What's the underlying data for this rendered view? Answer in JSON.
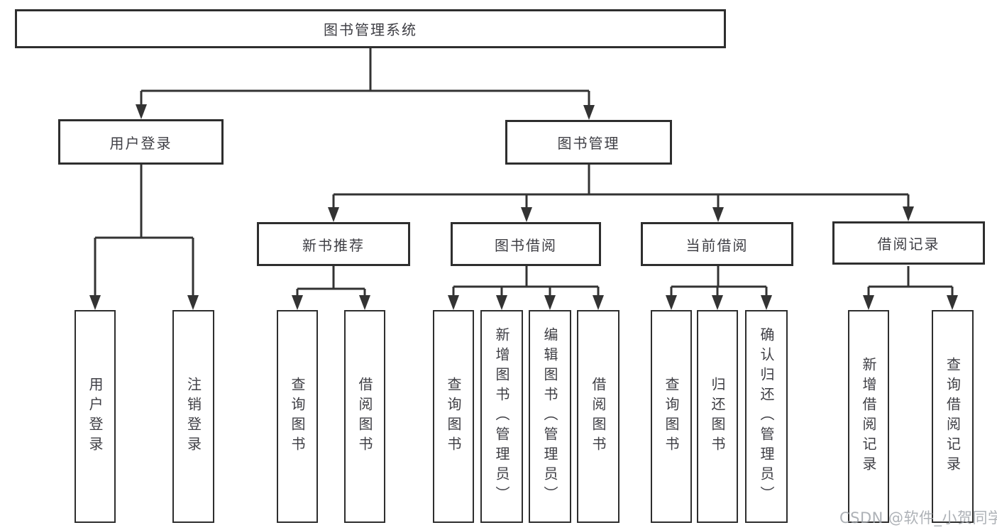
{
  "diagram": {
    "title": "图书管理系统",
    "root": {
      "label": "图书管理系统"
    },
    "level2": [
      {
        "label": "用户登录"
      },
      {
        "label": "图书管理"
      }
    ],
    "level3": [
      {
        "label": "新书推荐"
      },
      {
        "label": "图书借阅"
      },
      {
        "label": "当前借阅"
      },
      {
        "label": "借阅记录"
      }
    ],
    "leaves": [
      {
        "label": "用户登录",
        "parent": "用户登录"
      },
      {
        "label": "注销登录",
        "parent": "用户登录"
      },
      {
        "label": "查询图书",
        "parent": "新书推荐"
      },
      {
        "label": "借阅图书",
        "parent": "新书推荐"
      },
      {
        "label": "查询图书",
        "parent": "图书借阅"
      },
      {
        "label": "新增图书（管理员）",
        "parent": "图书借阅"
      },
      {
        "label": "编辑图书（管理员）",
        "parent": "图书借阅"
      },
      {
        "label": "借阅图书",
        "parent": "图书借阅"
      },
      {
        "label": "查询图书",
        "parent": "当前借阅"
      },
      {
        "label": "归还图书",
        "parent": "当前借阅"
      },
      {
        "label": "确认归还（管理员）",
        "parent": "当前借阅"
      },
      {
        "label": "新增借阅记录",
        "parent": "借阅记录"
      },
      {
        "label": "查询借阅记录",
        "parent": "借阅记录"
      }
    ]
  },
  "watermark": {
    "text": "CSDN @软件_小贺同学"
  },
  "colors": {
    "line": "#333333",
    "box_border": "#2e2e2e",
    "box_fill": "#ffffff",
    "text": "#3e3e44",
    "watermark": "#a0a4aa",
    "background": "#ffffff"
  }
}
